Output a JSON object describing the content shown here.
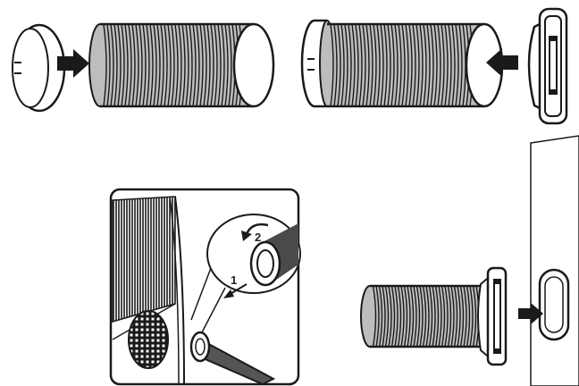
{
  "diagram": {
    "stroke_color": "#1a1a1a",
    "hose_fill_color": "#bdbdbd",
    "background_color": "#ffffff",
    "panels": [
      {
        "name": "step-attach-round-adapter",
        "arrow_direction": "right"
      },
      {
        "name": "step-attach-window-adapter",
        "arrow_direction": "left"
      },
      {
        "name": "inset-connect-hose-to-unit",
        "step_labels": [
          "1",
          "2"
        ]
      },
      {
        "name": "step-insert-into-window-panel",
        "arrow_direction": "right"
      }
    ]
  }
}
